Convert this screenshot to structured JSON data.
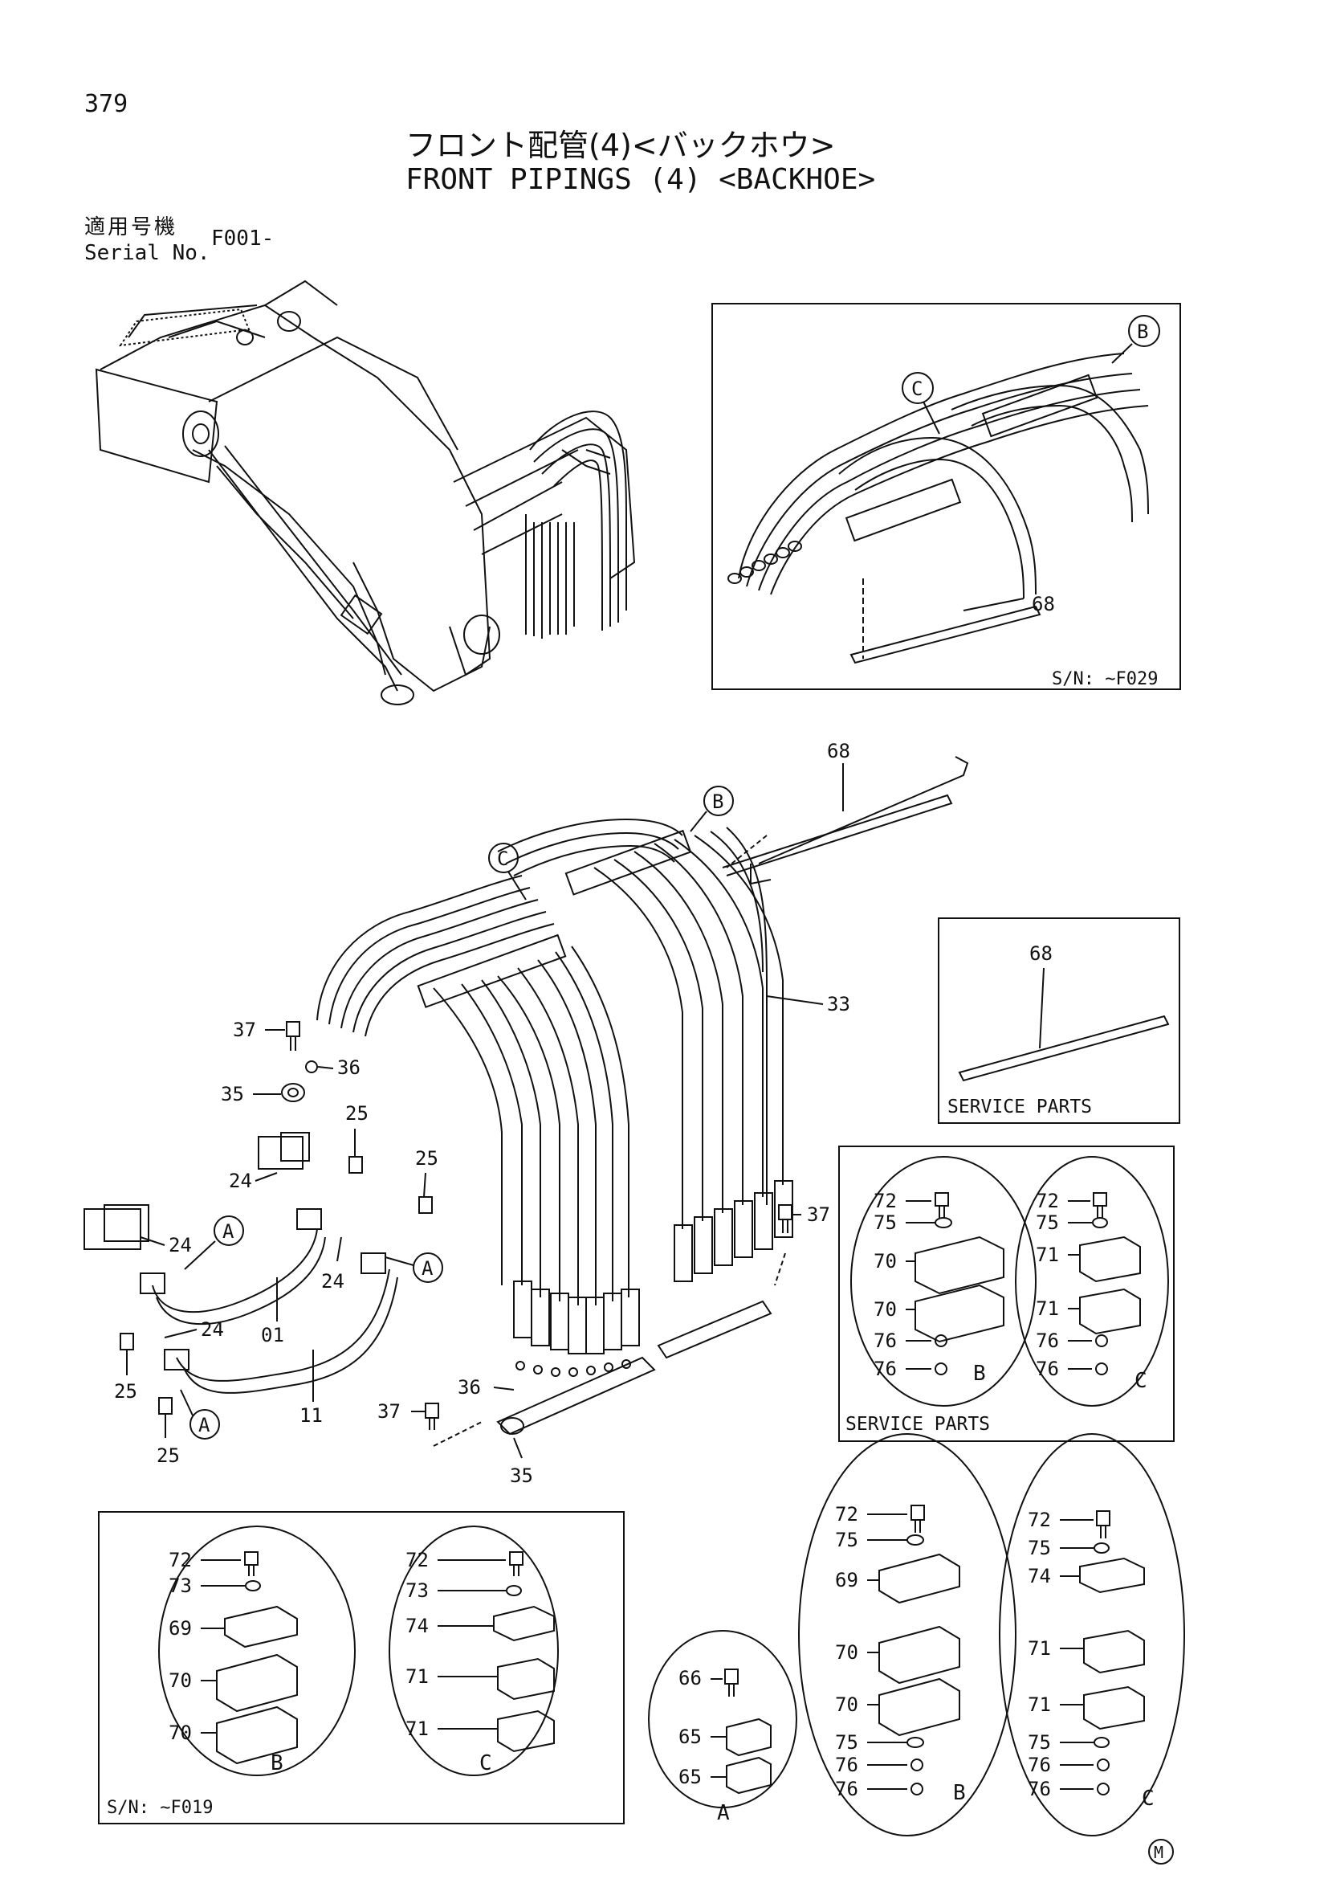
{
  "page_number": "379",
  "title_jp": "フロント配管(4)<バックホウ>",
  "title_en": "FRONT PIPINGS (4) <BACKHOE>",
  "serial_label_jp": "適用号機",
  "serial_label_en": "Serial No.",
  "serial_value": "F001-",
  "boxes": {
    "top_right_sn": "S/N: ~F029",
    "service_parts_1": "SERVICE PARTS",
    "service_parts_2": "SERVICE PARTS",
    "bottom_left_sn": "S/N: ~F019"
  },
  "callout_letters": {
    "a": "A",
    "b": "B",
    "c": "C"
  },
  "part_numbers": {
    "p01": "01",
    "p11": "11",
    "p24": "24",
    "p25": "25",
    "p33": "33",
    "p35": "35",
    "p36": "36",
    "p37": "37",
    "p65": "65",
    "p66": "66",
    "p68": "68",
    "p69": "69",
    "p70": "70",
    "p71": "71",
    "p72": "72",
    "p73": "73",
    "p74": "74",
    "p75": "75",
    "p76": "76"
  },
  "logo_mark": "M"
}
